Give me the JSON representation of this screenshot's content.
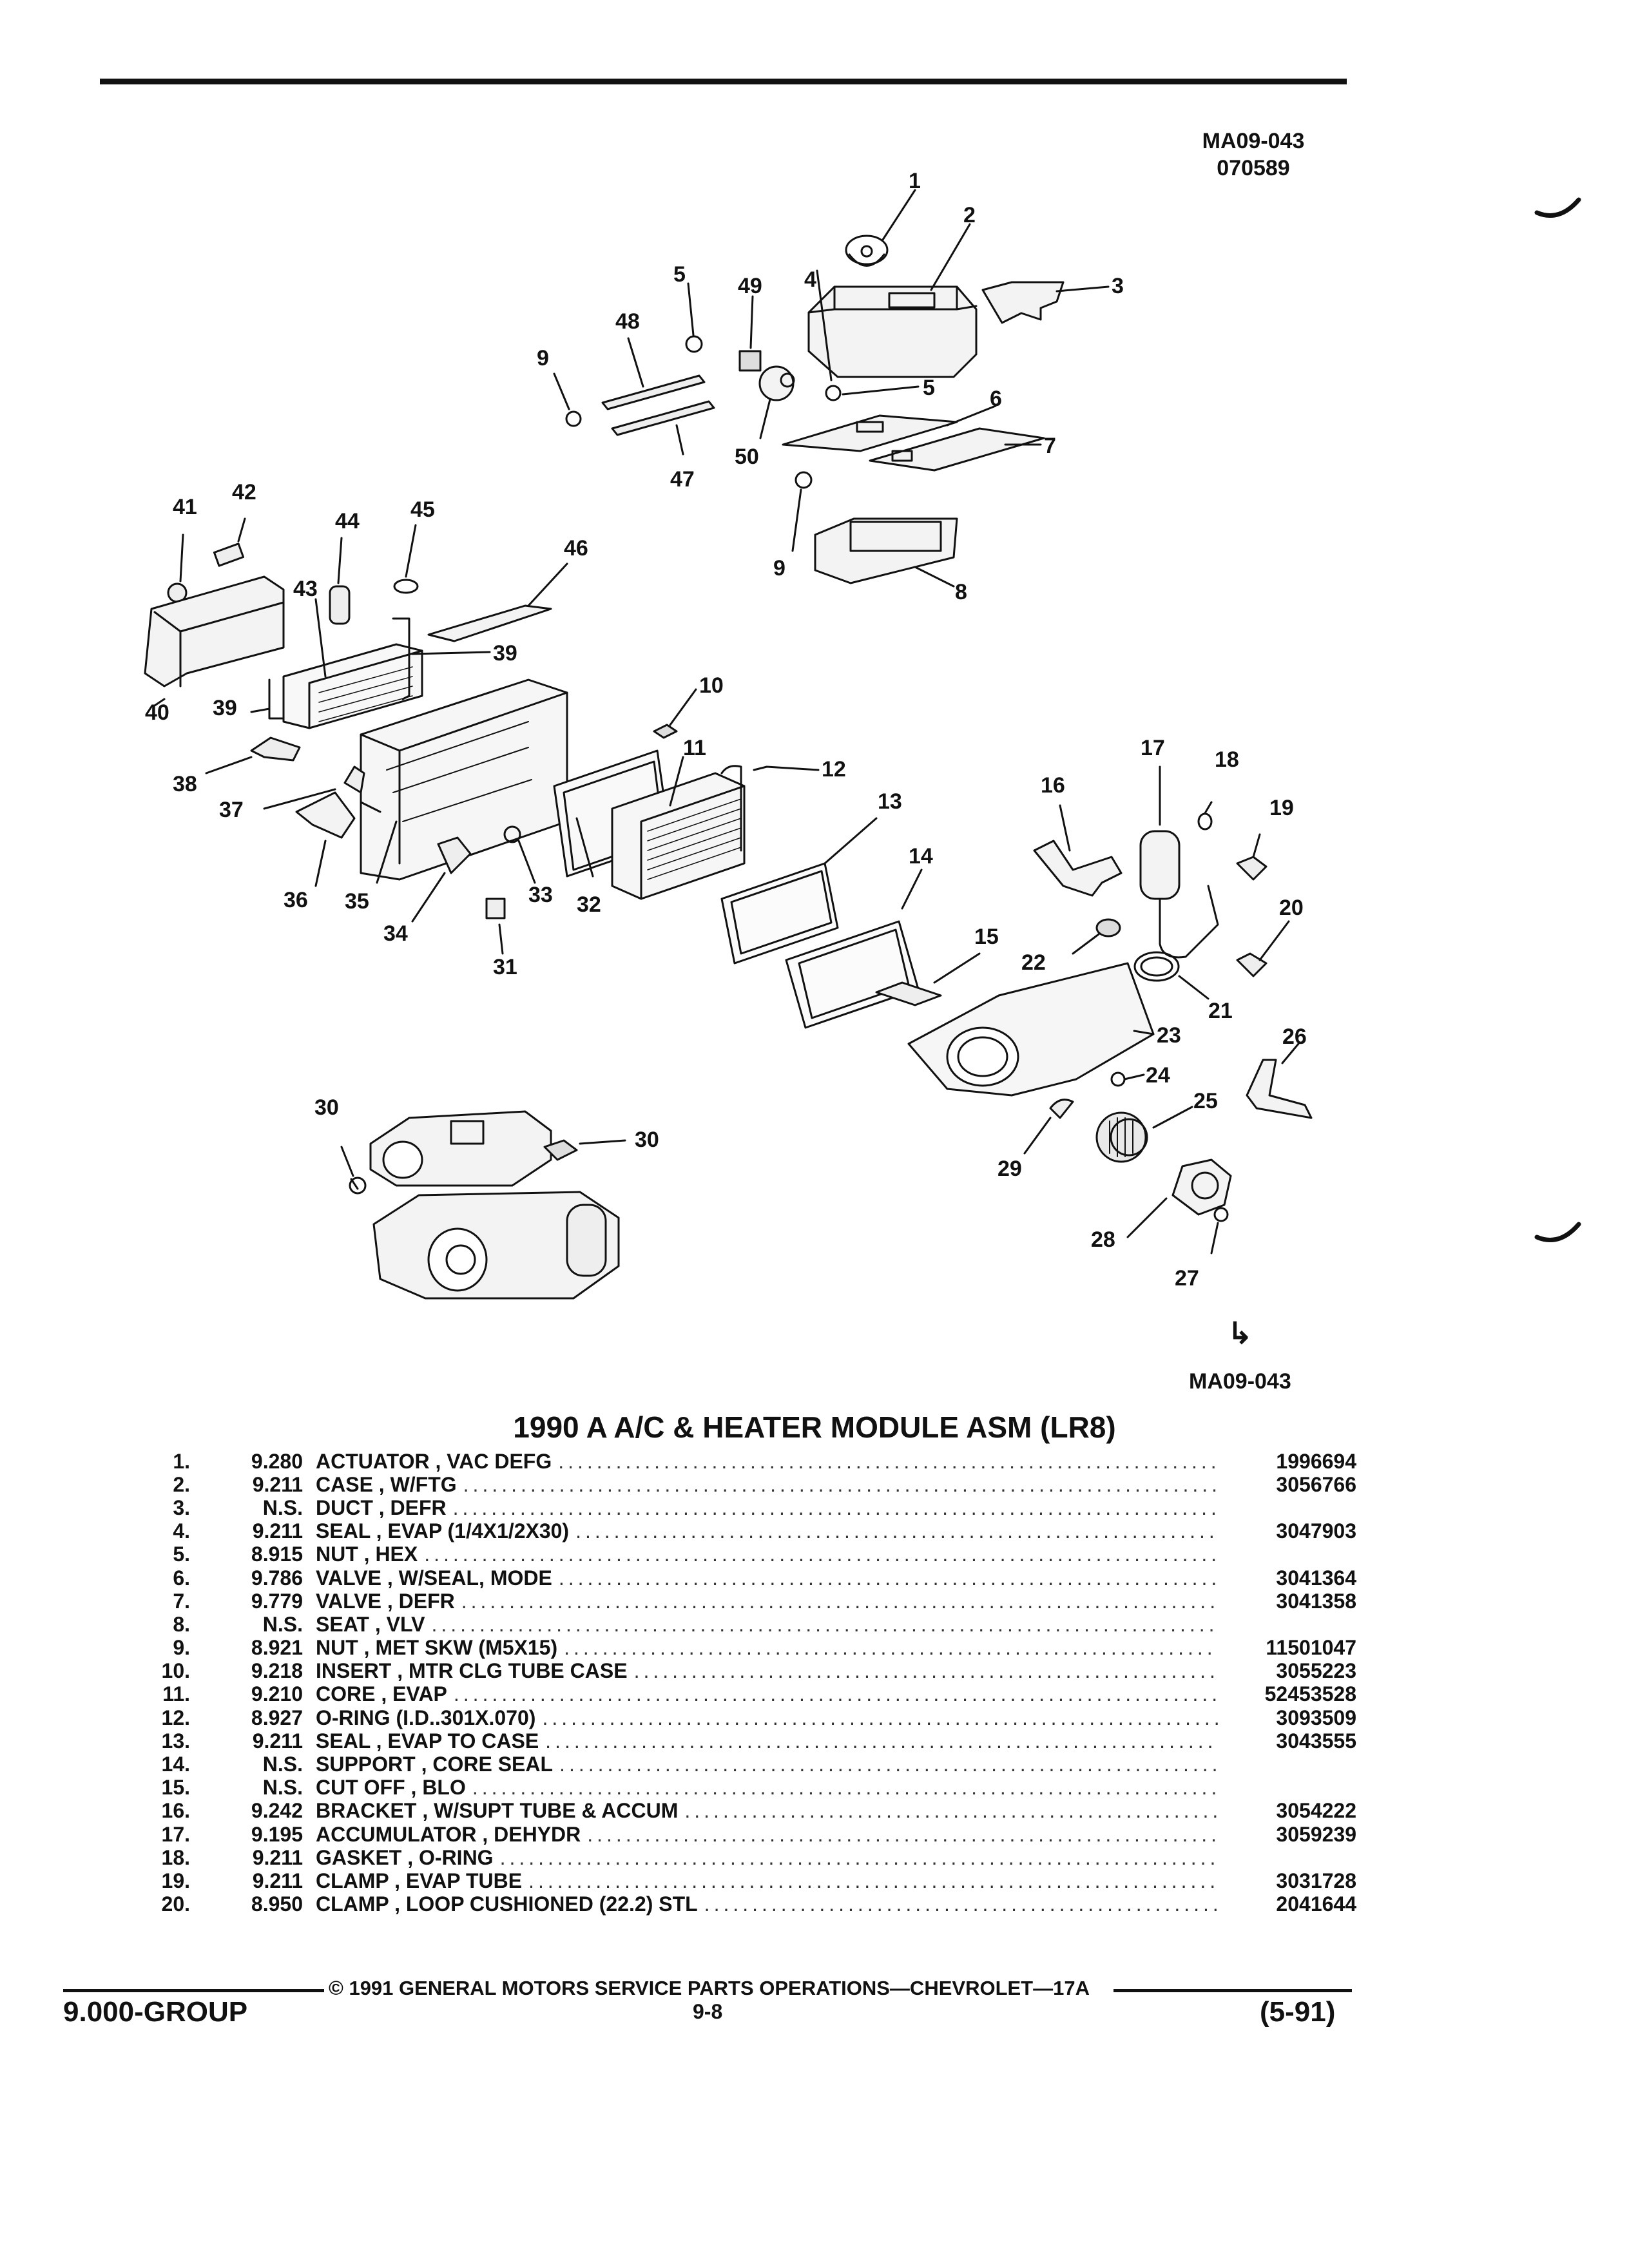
{
  "header": {
    "diagram_code": "MA09-043",
    "diagram_date": "070589"
  },
  "diagram": {
    "callouts": [
      "1",
      "2",
      "3",
      "4",
      "5",
      "49",
      "48",
      "9",
      "5",
      "6",
      "7",
      "50",
      "47",
      "8",
      "9",
      "41",
      "42",
      "44",
      "45",
      "46",
      "43",
      "39",
      "40",
      "39",
      "10",
      "11",
      "12",
      "38",
      "37",
      "36",
      "35",
      "34",
      "33",
      "32",
      "31",
      "13",
      "14",
      "16",
      "17",
      "18",
      "19",
      "20",
      "21",
      "22",
      "15",
      "23",
      "24",
      "25",
      "26",
      "29",
      "28",
      "27",
      "30",
      "30"
    ],
    "code": "MA09-043",
    "logo_text": "↳"
  },
  "title": "1990 A A/C & HEATER MODULE ASM (LR8)",
  "parts": [
    {
      "no": "1.",
      "group": "9.280",
      "desc": "ACTUATOR , VAC DEFG",
      "part": "1996694"
    },
    {
      "no": "2.",
      "group": "9.211",
      "desc": "CASE , W/FTG",
      "part": "3056766"
    },
    {
      "no": "3.",
      "group": "N.S.",
      "desc": "DUCT , DEFR",
      "part": ""
    },
    {
      "no": "4.",
      "group": "9.211",
      "desc": "SEAL , EVAP (1/4X1/2X30)",
      "part": "3047903"
    },
    {
      "no": "5.",
      "group": "8.915",
      "desc": "NUT , HEX",
      "part": ""
    },
    {
      "no": "6.",
      "group": "9.786",
      "desc": "VALVE , W/SEAL, MODE",
      "part": "3041364"
    },
    {
      "no": "7.",
      "group": "9.779",
      "desc": "VALVE , DEFR",
      "part": "3041358"
    },
    {
      "no": "8.",
      "group": "N.S.",
      "desc": "SEAT , VLV",
      "part": ""
    },
    {
      "no": "9.",
      "group": "8.921",
      "desc": "NUT , MET SKW (M5X15)",
      "part": "11501047"
    },
    {
      "no": "10.",
      "group": "9.218",
      "desc": "INSERT , MTR CLG TUBE CASE",
      "part": "3055223"
    },
    {
      "no": "11.",
      "group": "9.210",
      "desc": "CORE , EVAP",
      "part": "52453528"
    },
    {
      "no": "12.",
      "group": "8.927",
      "desc": "O-RING (I.D..301X.070)",
      "part": "3093509"
    },
    {
      "no": "13.",
      "group": "9.211",
      "desc": "SEAL , EVAP TO CASE",
      "part": "3043555"
    },
    {
      "no": "14.",
      "group": "N.S.",
      "desc": "SUPPORT , CORE SEAL",
      "part": ""
    },
    {
      "no": "15.",
      "group": "N.S.",
      "desc": "CUT OFF , BLO",
      "part": ""
    },
    {
      "no": "16.",
      "group": "9.242",
      "desc": "BRACKET , W/SUPT TUBE & ACCUM",
      "part": "3054222"
    },
    {
      "no": "17.",
      "group": "9.195",
      "desc": "ACCUMULATOR , DEHYDR",
      "part": "3059239"
    },
    {
      "no": "18.",
      "group": "9.211",
      "desc": "GASKET , O-RING",
      "part": ""
    },
    {
      "no": "19.",
      "group": "9.211",
      "desc": "CLAMP , EVAP TUBE",
      "part": "3031728"
    },
    {
      "no": "20.",
      "group": "8.950",
      "desc": "CLAMP , LOOP CUSHIONED (22.2) STL",
      "part": "2041644"
    }
  ],
  "footer": {
    "copyright": "© 1991 GENERAL MOTORS SERVICE PARTS OPERATIONS—CHEVROLET—17A",
    "group": "9.000-GROUP",
    "page": "9-8",
    "date": "(5-91)"
  }
}
